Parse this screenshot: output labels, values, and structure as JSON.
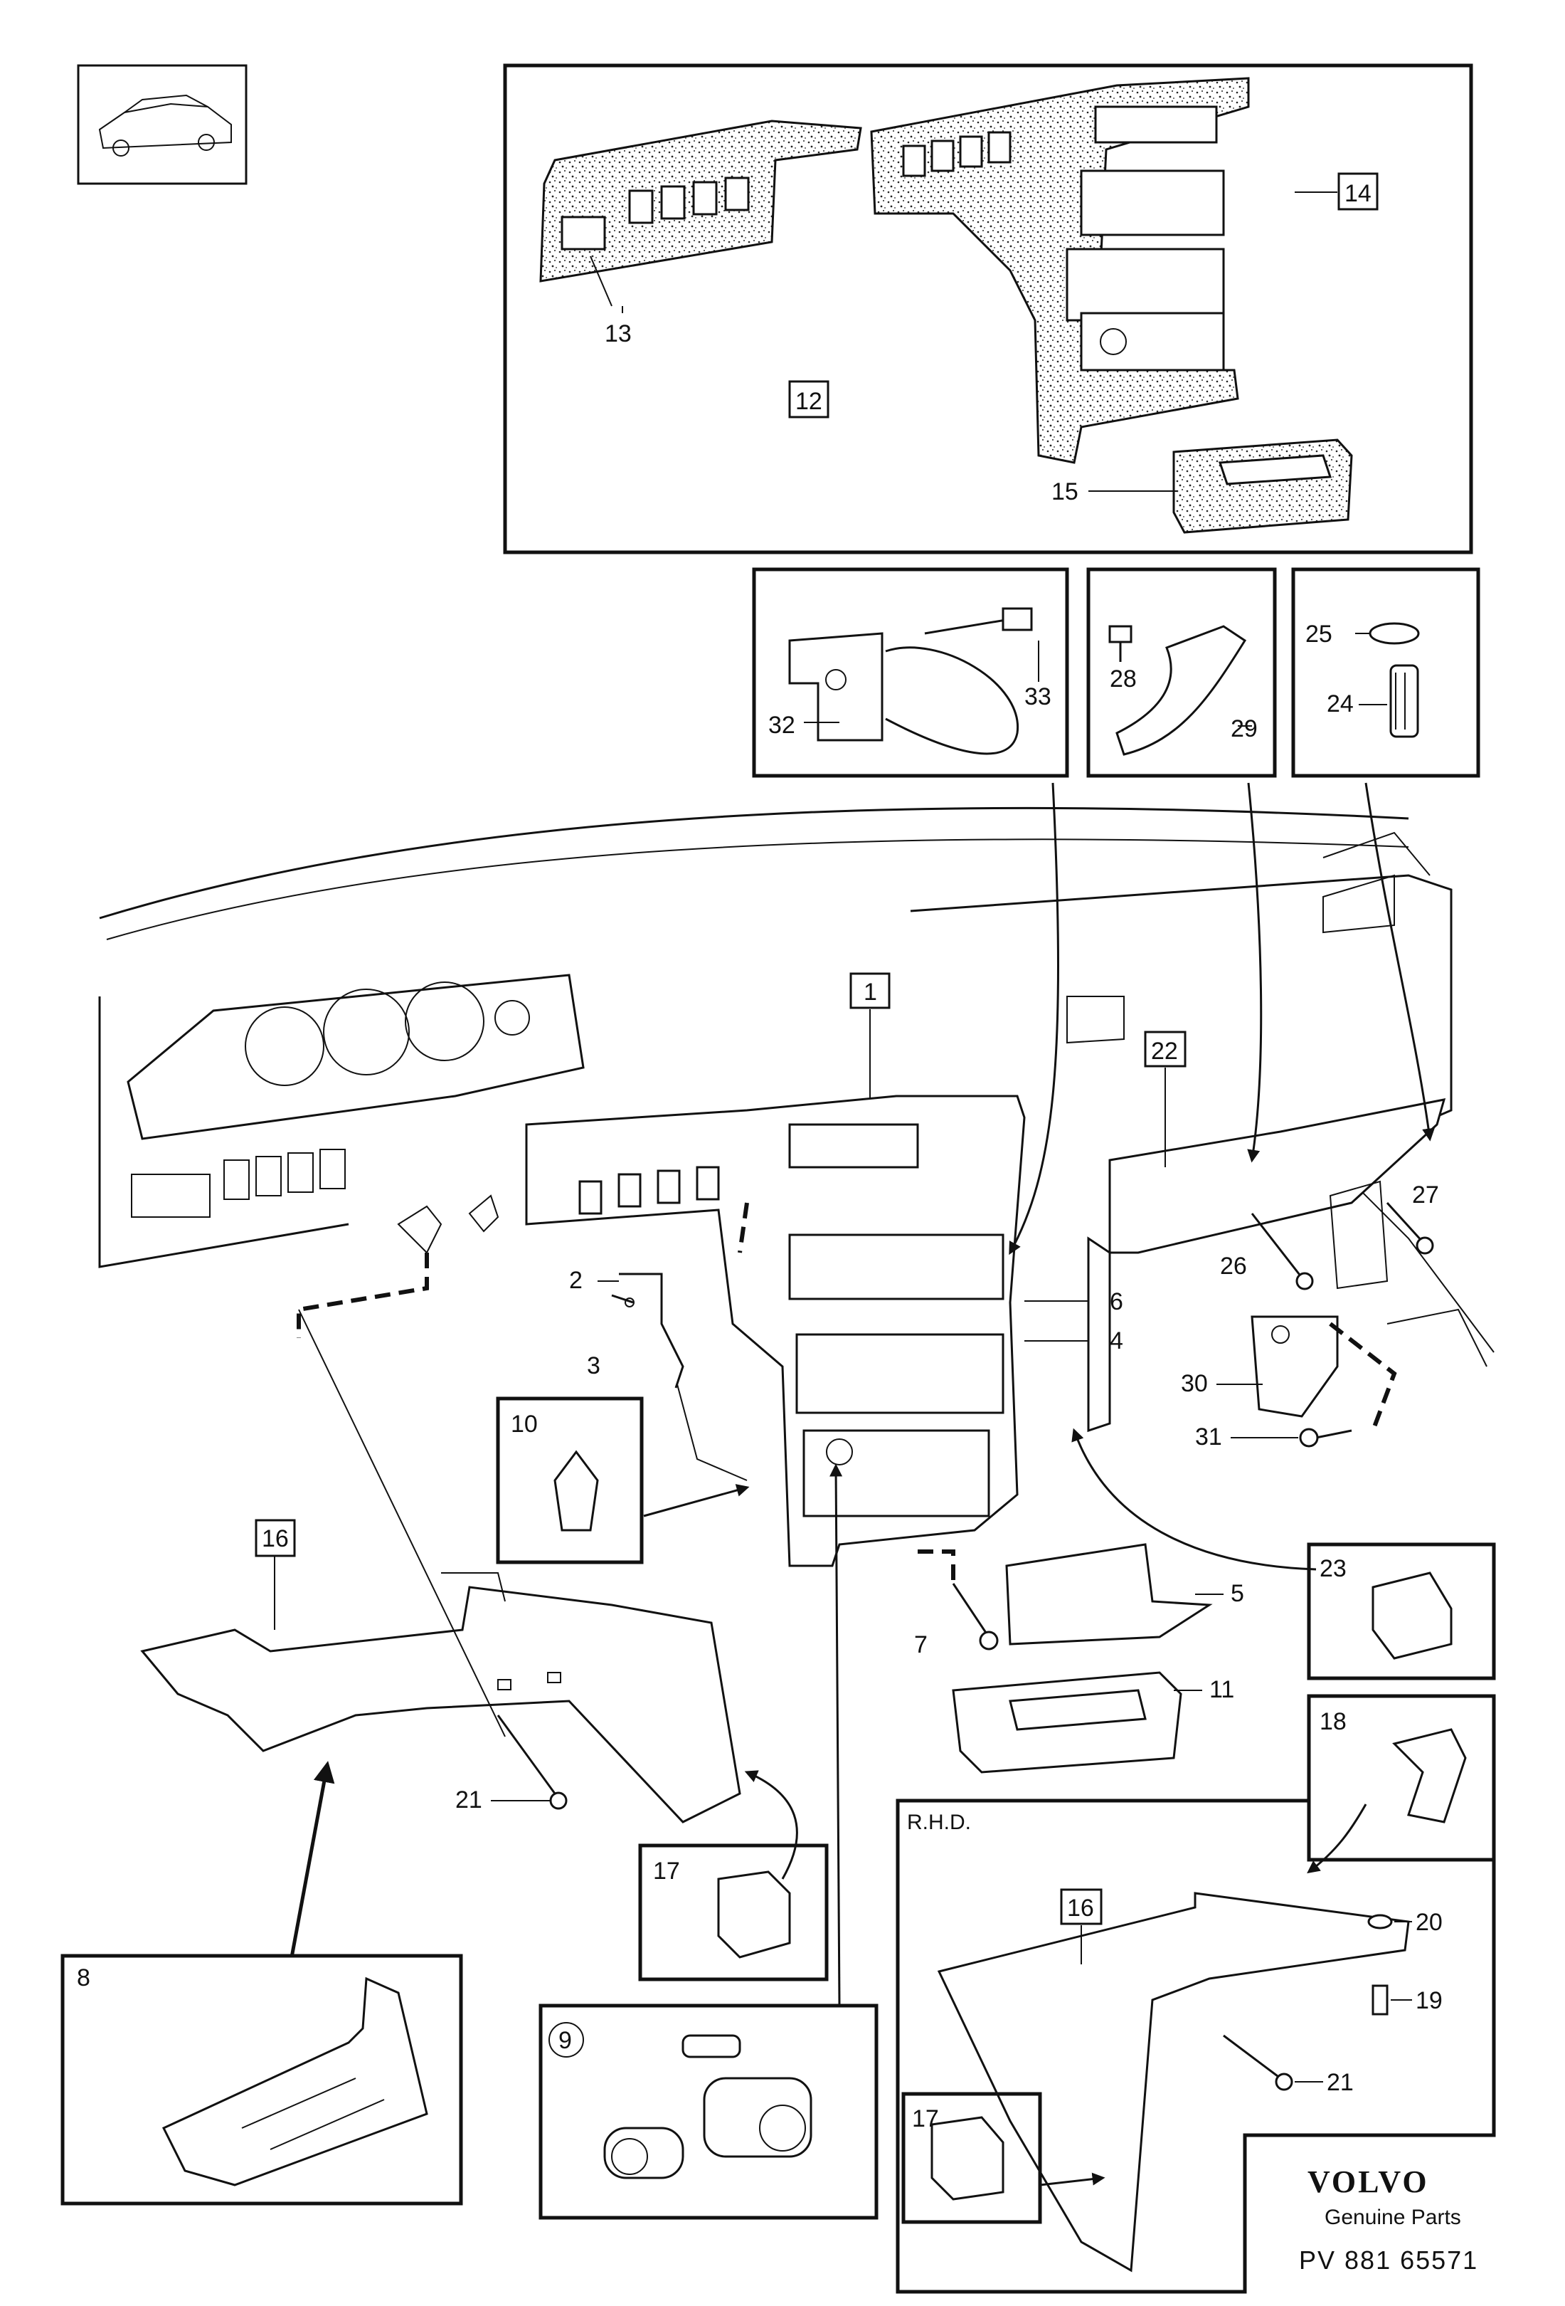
{
  "callouts": {
    "n1": "1",
    "n2": "2",
    "n3": "3",
    "n4": "4",
    "n5": "5",
    "n6": "6",
    "n7": "7",
    "n8": "8",
    "n9": "9",
    "n10": "10",
    "n11": "11",
    "n12": "12",
    "n13": "13",
    "n14": "14",
    "n15": "15",
    "n16": "16",
    "n16b": "16",
    "n17": "17",
    "n17b": "17",
    "n18": "18",
    "n19": "19",
    "n20": "20",
    "n21": "21",
    "n21b": "21",
    "n22": "22",
    "n23": "23",
    "n24": "24",
    "n25": "25",
    "n26": "26",
    "n27": "27",
    "n28": "28",
    "n29": "29",
    "n30": "30",
    "n31": "31",
    "n32": "32",
    "n33": "33"
  },
  "rhd_label": "R.H.D.",
  "footer": {
    "brand": "VOLVO",
    "subtitle": "Genuine Parts",
    "part_number": "PV 881 65571"
  }
}
